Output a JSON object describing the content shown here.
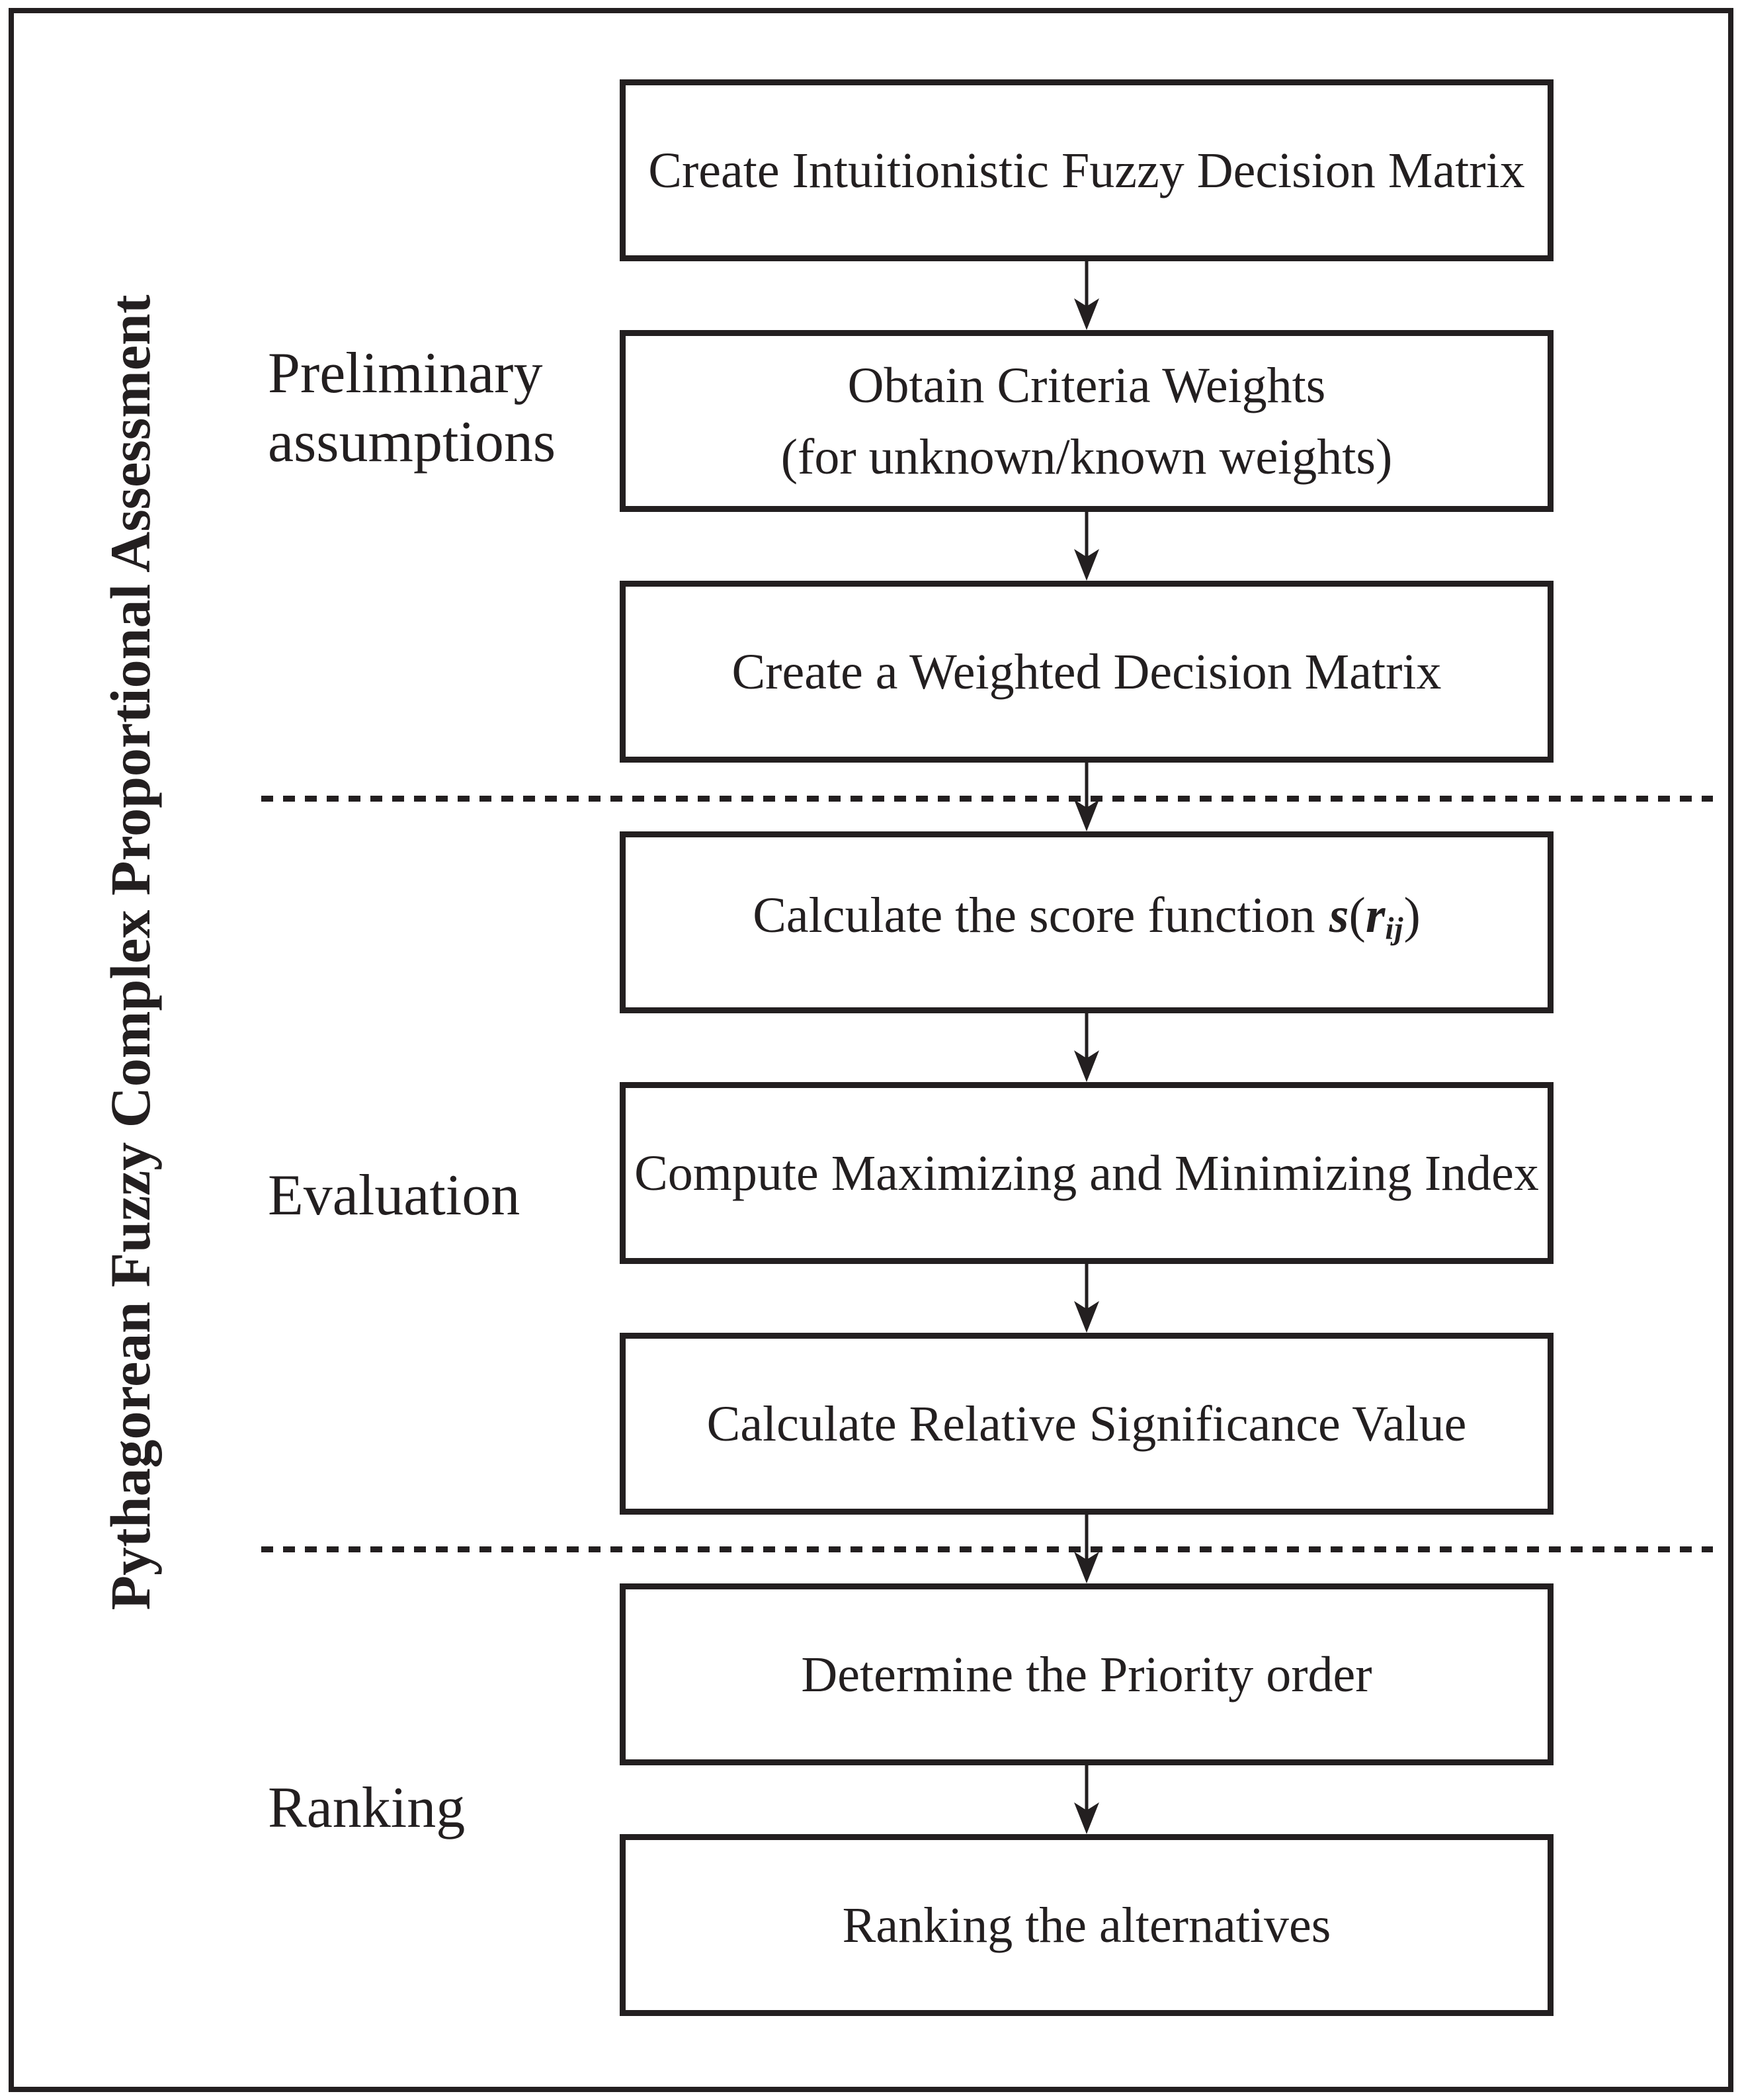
{
  "figure": {
    "vertical_title": "Pythagorean Fuzzy Complex Proportional Assessment"
  },
  "phases": {
    "preliminary": {
      "line1": "Preliminary",
      "line2": "assumptions"
    },
    "evaluation": {
      "label": "Evaluation"
    },
    "ranking": {
      "label": "Ranking"
    }
  },
  "flow": {
    "boxes": [
      {
        "label": "Create Intuitionistic Fuzzy Decision Matrix"
      },
      {
        "line1": "Obtain Criteria Weights",
        "line2": "(for unknown/known weights)"
      },
      {
        "label": "Create a Weighted Decision Matrix"
      },
      {
        "text": "Calculate the score function",
        "math_s": "s",
        "math_open": "(",
        "math_r": "r",
        "math_sub": "ij",
        "math_close": ")"
      },
      {
        "label": "Compute Maximizing and Minimizing Index"
      },
      {
        "label": "Calculate Relative Significance Value"
      },
      {
        "label": "Determine the Priority order"
      },
      {
        "label": "Ranking the alternatives"
      }
    ]
  },
  "colors": {
    "ink": "#231f20",
    "background": "#ffffff"
  }
}
